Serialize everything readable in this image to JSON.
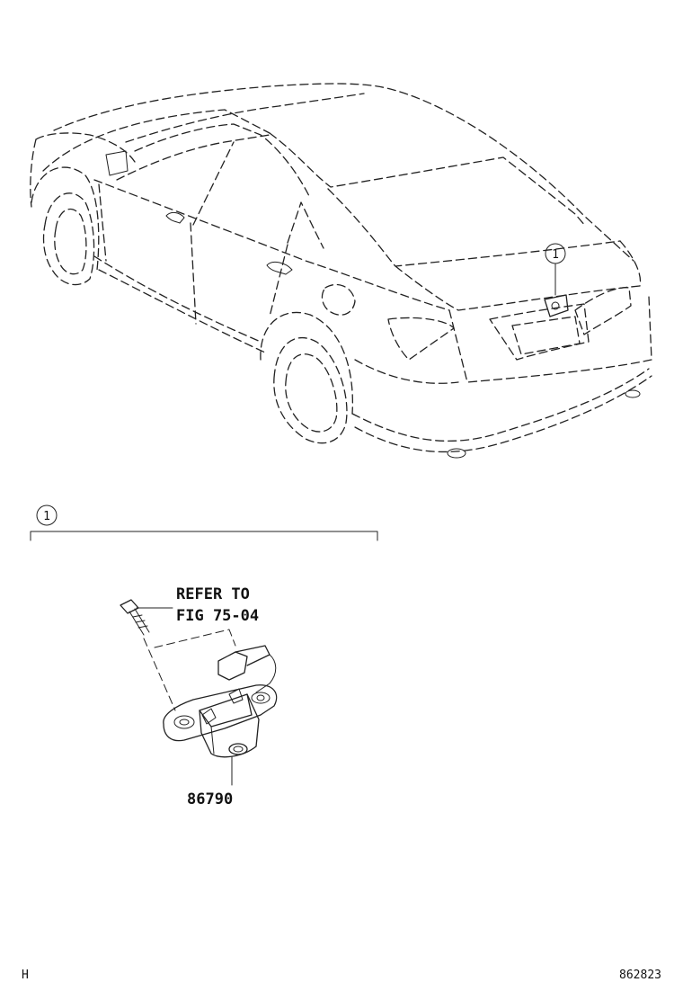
{
  "callout": {
    "number": "1"
  },
  "section": {
    "callout_number": "1"
  },
  "labels": {
    "refer_line1": "REFER TO",
    "refer_line2": "FIG 75-04",
    "part_number": "86790"
  },
  "footer": {
    "left_code": "H",
    "right_code": "862823"
  }
}
